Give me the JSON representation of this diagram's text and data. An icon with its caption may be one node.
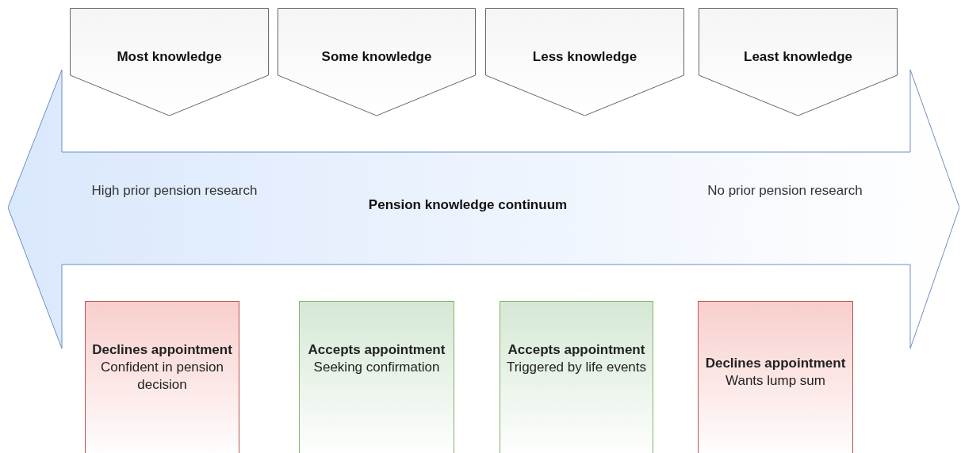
{
  "diagram": {
    "nodes": [
      {
        "text": [
          "High prior pension research",
          "Pension knowledge continuum",
          "No prior pension research"
        ]
      },
      {
        "text": [
          "Most knowledge"
        ]
      },
      {
        "text": [
          "Some knowledge"
        ]
      },
      {
        "text": [
          "Less knowledge"
        ]
      },
      {
        "text": [
          "Least knowledge"
        ]
      },
      {
        "text": [
          "Declines appointment",
          "Confident in pension decision"
        ]
      },
      {
        "text": [
          "Accepts appointment",
          "Seeking confirmation"
        ]
      },
      {
        "text": [
          "Accepts appointment",
          "Triggered by life events"
        ]
      },
      {
        "text": [
          "Declines appointment",
          "Wants lump sum"
        ]
      }
    ]
  }
}
